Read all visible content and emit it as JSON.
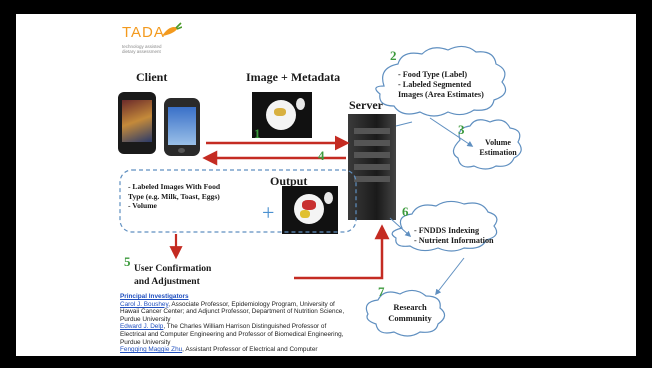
{
  "logo": {
    "text": "TADA",
    "subtitle_lines": [
      "technology assisted",
      "dietary assessment"
    ],
    "accent": "#f39a1e"
  },
  "labels": {
    "client": "Client",
    "image_metadata": "Image + Metadata",
    "server": "Server",
    "output": "Output"
  },
  "clouds": {
    "food_type": [
      "- Food Type (Label)",
      "- Labeled Segmented",
      "Images (Area Estimates)"
    ],
    "volume": [
      "Volume",
      "Estimation"
    ],
    "fndds": [
      "- FNDDS Indexing",
      "- Nutrient Information"
    ],
    "research": [
      "Research",
      "Community"
    ]
  },
  "output_box": [
    "- Labeled Images With Food",
    "Type (e.g. Milk, Toast, Eggs)",
    "- Volume"
  ],
  "plus": "+",
  "steps": {
    "s1": "1",
    "s2": "2",
    "s3": "3",
    "s4": "4",
    "s5": "5",
    "s6": "6",
    "s7": "7"
  },
  "user_confirmation": [
    "User Confirmation",
    "and Adjustment"
  ],
  "investigators": {
    "heading": "Principal Investigators",
    "p1_name": "Carol J. Boushey",
    "p1_text": ", Associate Professor, Epidemiology Program, University of Hawaii Cancer Center; and Adjunct Professor, Department of Nutrition Science, Purdue University",
    "p2_name": "Edward J. Delp",
    "p2_text": ", The Charles William Harrison Distinguished Professor of Electrical and Computer Engineering and Professor of Biomedical Engineering, Purdue University",
    "p3_name": "Fengqing Maggie Zhu",
    "p3_text": ", Assistant Professor of Electrical and Computer"
  },
  "colors": {
    "arrow_red": "#c42b22",
    "step_green": "#3c9a3c",
    "outline_blue": "#5f8fc0",
    "link_blue": "#1f4fbf"
  }
}
